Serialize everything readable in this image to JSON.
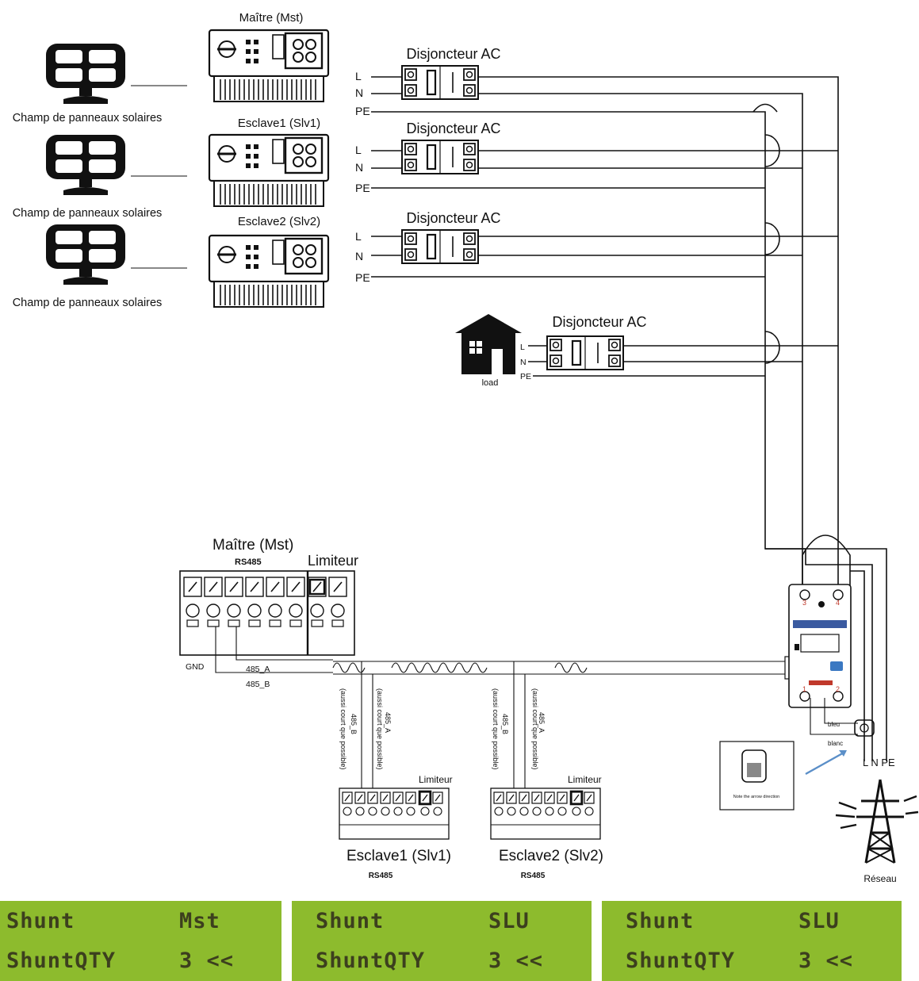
{
  "solar_arrays": [
    {
      "label": "Champ de panneaux solaires"
    },
    {
      "label": "Champ de panneaux solaires"
    },
    {
      "label": "Champ de panneaux solaires"
    }
  ],
  "inverters": [
    {
      "label": "Maître (Mst)"
    },
    {
      "label": "Esclave1 (Slv1)"
    },
    {
      "label": "Esclave2 (Slv2)"
    }
  ],
  "breakers": [
    {
      "label": "Disjoncteur AC"
    },
    {
      "label": "Disjoncteur AC"
    },
    {
      "label": "Disjoncteur AC"
    },
    {
      "label": "Disjoncteur AC"
    }
  ],
  "wire_labels": {
    "l": "L",
    "n": "N",
    "pe": "PE"
  },
  "load": {
    "label": "load"
  },
  "master_terminal": {
    "title": "Maître (Mst)",
    "rs485": "RS485",
    "limiter": "Limiteur",
    "gnd": "GND",
    "a": "485_A",
    "b": "485_B"
  },
  "slave_terminals": [
    {
      "title": "Esclave1 (Slv1)",
      "rs485": "RS485",
      "limiter": "Limiteur",
      "b": "485_B",
      "a": "485_A",
      "note": "(aussi court que possible)"
    },
    {
      "title": "Esclave2 (Slv2)",
      "rs485": "RS485",
      "limiter": "Limiteur",
      "b": "485_B",
      "a": "485_A",
      "note": "(aussi court que possible)"
    }
  ],
  "meter": {
    "terminals": [
      "3",
      "4",
      "1",
      "2"
    ],
    "wire_blue": "bleu",
    "wire_white": "blanc"
  },
  "ct_note": "Note the arrow direction",
  "grid": {
    "label": "Réseau",
    "lnpe": "L N PE"
  },
  "lcd_panels": [
    {
      "row1_left": "Shunt",
      "row1_right": "Mst",
      "row2_left": "ShuntQTY",
      "row2_right": "3 <<"
    },
    {
      "row1_left": "Shunt",
      "row1_right": "SLU",
      "row2_left": "ShuntQTY",
      "row2_right": "3 <<"
    },
    {
      "row1_left": "Shunt",
      "row1_right": "SLU",
      "row2_left": "ShuntQTY",
      "row2_right": "3 <<"
    }
  ]
}
